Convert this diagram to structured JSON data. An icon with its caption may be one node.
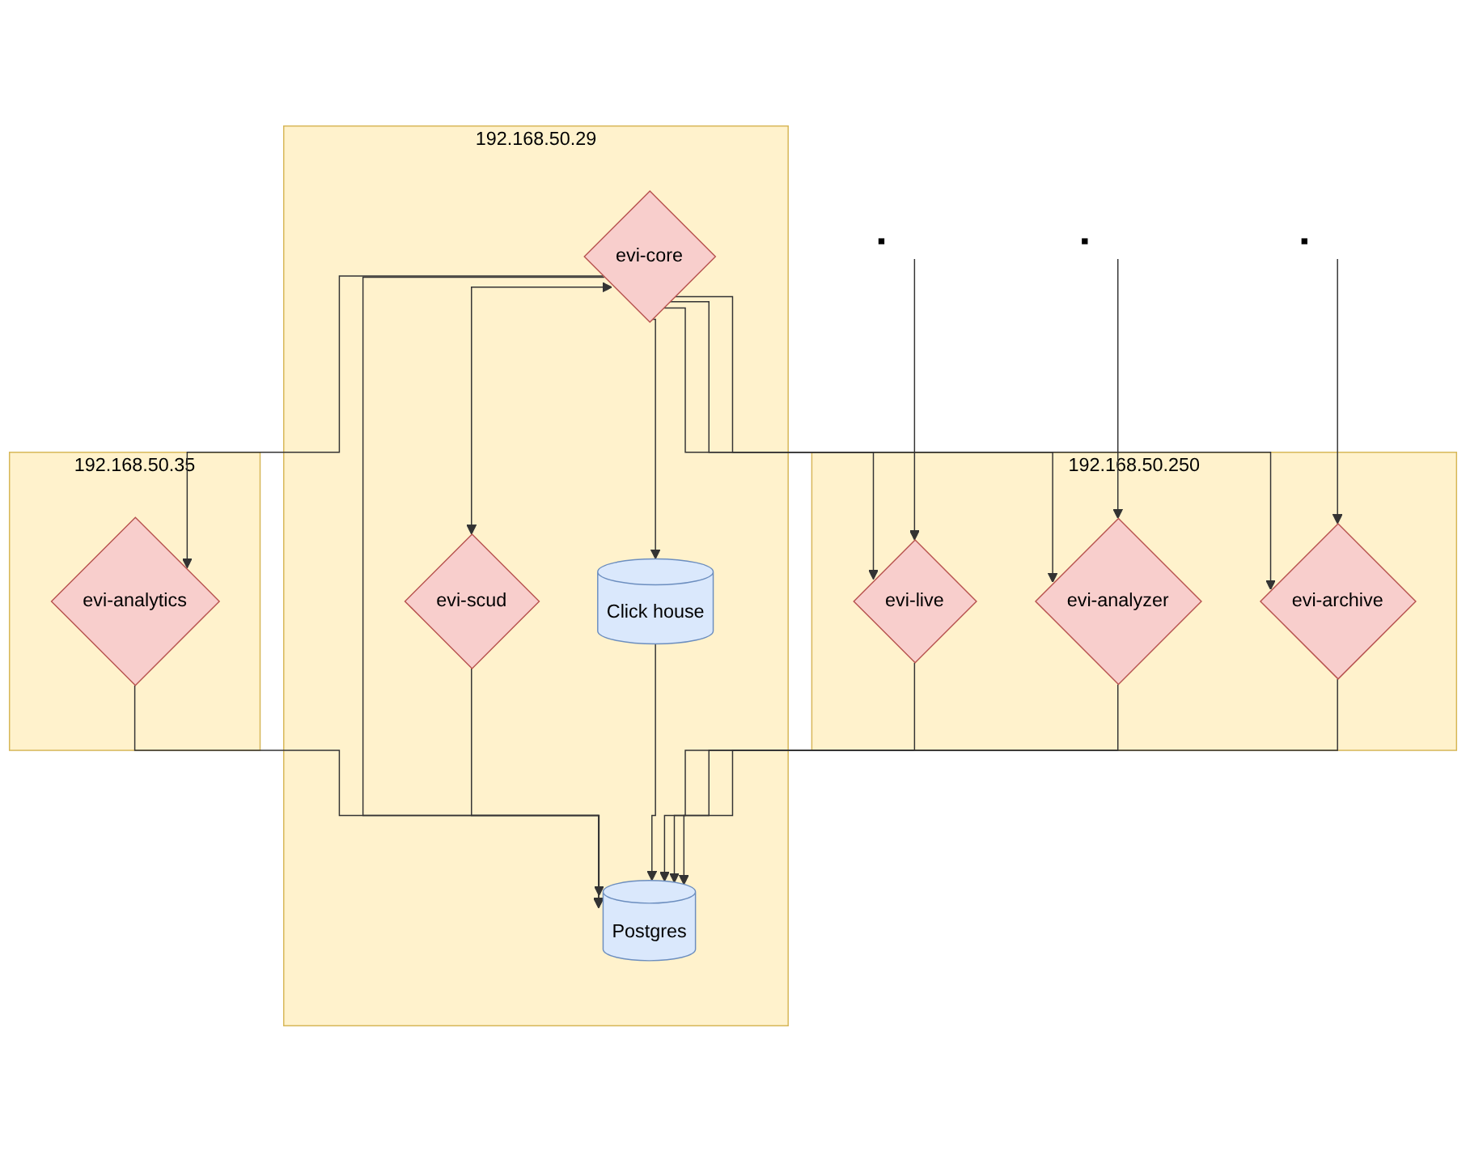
{
  "diagram": {
    "nodes": [
      {
        "text": [],
        "shape": "box",
        "beside": [
          "192.168.50.35"
        ]
      },
      {
        "text": [
          "evi-analytics"
        ],
        "in": 0
      },
      {
        "text": [],
        "shape": "box",
        "beside": [
          "192.168.50.29"
        ]
      },
      {
        "text": [
          "evi-core"
        ],
        "in": 2
      },
      {
        "text": [
          "evi-scud"
        ],
        "in": 2
      },
      {
        "text": [
          "Postgres"
        ],
        "in": 2
      },
      {
        "text": [
          "Click house"
        ],
        "in": 2
      },
      {
        "text": [],
        "shape": "box",
        "beside": [
          "192.168.50.250"
        ]
      },
      {
        "text": [
          "evi-live"
        ],
        "in": 7
      },
      {
        "text": [
          "evi-archive"
        ],
        "in": 7
      },
      {
        "text": [
          "evi-analyzer"
        ],
        "in": 7
      }
    ],
    "edges": [
      {
        "from": 3,
        "to": 1,
        "arrow": "to"
      },
      {
        "from": 1,
        "to": 5,
        "arrow": "to"
      },
      {
        "from": 3,
        "to": 8,
        "arrow": "to"
      },
      {
        "from": 3,
        "to": 10,
        "arrow": "to"
      },
      {
        "from": 3,
        "to": 9,
        "arrow": "to"
      },
      {
        "from": null,
        "to": 8,
        "arrow": "to"
      },
      {
        "from": null,
        "to": 9,
        "arrow": "to"
      },
      {
        "from": null,
        "to": 10,
        "arrow": "to"
      },
      {
        "from": 3,
        "to": 4,
        "arrow": "both"
      },
      {
        "from": 3,
        "to": 5,
        "arrow": "to"
      },
      {
        "from": 4,
        "to": 5,
        "arrow": "to"
      },
      {
        "from": 6,
        "to": 5,
        "arrow": "to"
      },
      {
        "from": 3,
        "to": 6,
        "arrow": "to"
      },
      {
        "from": 8,
        "to": 5,
        "arrow": "to"
      },
      {
        "from": 10,
        "to": 5,
        "arrow": "to"
      },
      {
        "from": 9,
        "to": 5,
        "arrow": "to"
      }
    ]
  }
}
